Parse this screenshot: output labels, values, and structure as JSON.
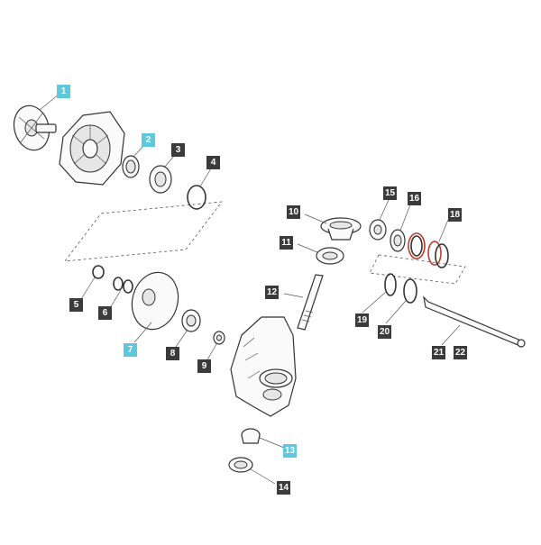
{
  "diagram": {
    "callouts": [
      {
        "id": "c1",
        "label": "1",
        "highlight": true
      },
      {
        "id": "c2",
        "label": "2",
        "highlight": true
      },
      {
        "id": "c3",
        "label": "3",
        "highlight": false
      },
      {
        "id": "c4",
        "label": "4",
        "highlight": false
      },
      {
        "id": "c5",
        "label": "5",
        "highlight": false
      },
      {
        "id": "c6",
        "label": "6",
        "highlight": false
      },
      {
        "id": "c7",
        "label": "7",
        "highlight": true
      },
      {
        "id": "c8",
        "label": "8",
        "highlight": false
      },
      {
        "id": "c9",
        "label": "9",
        "highlight": false
      },
      {
        "id": "c10",
        "label": "10",
        "highlight": false
      },
      {
        "id": "c11",
        "label": "11",
        "highlight": false
      },
      {
        "id": "c12",
        "label": "12",
        "highlight": false
      },
      {
        "id": "c13",
        "label": "13",
        "highlight": true
      },
      {
        "id": "c14",
        "label": "14",
        "highlight": false
      },
      {
        "id": "c15",
        "label": "15",
        "highlight": false
      },
      {
        "id": "c16",
        "label": "16",
        "highlight": false
      },
      {
        "id": "c18",
        "label": "18",
        "highlight": false
      },
      {
        "id": "c19",
        "label": "19",
        "highlight": false
      },
      {
        "id": "c20",
        "label": "20",
        "highlight": false
      },
      {
        "id": "c21",
        "label": "21",
        "highlight": false
      },
      {
        "id": "c22",
        "label": "22",
        "highlight": false
      }
    ],
    "colors": {
      "highlight_label_bg": "#5ec8dc",
      "label_bg": "#3b3b3b",
      "label_text": "#ffffff",
      "selected_ring": "#c0392b"
    }
  }
}
